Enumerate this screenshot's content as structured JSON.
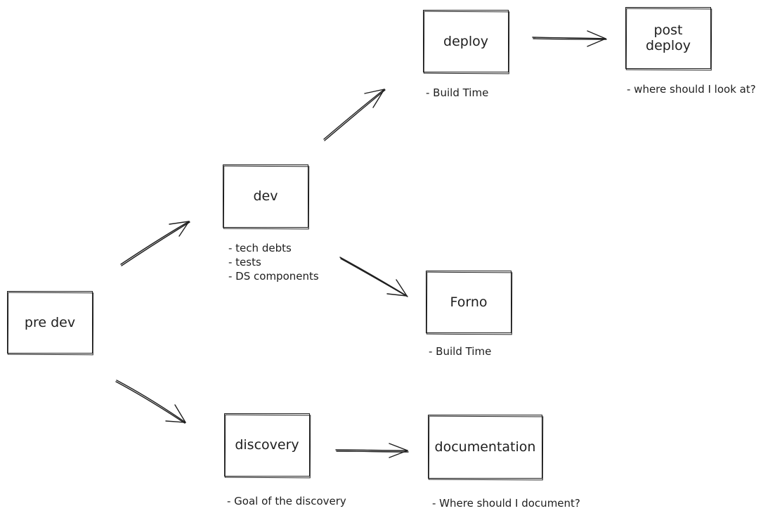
{
  "nodes": {
    "pre_dev": {
      "label": "pre dev"
    },
    "dev": {
      "label": "dev"
    },
    "deploy": {
      "label": "deploy"
    },
    "post_deploy": {
      "label": "post\ndeploy"
    },
    "forno": {
      "label": "Forno"
    },
    "discovery": {
      "label": "discovery"
    },
    "documentation": {
      "label": "documentation"
    }
  },
  "notes": {
    "deploy": [
      "- Build Time"
    ],
    "post_deploy": [
      "- where should I look at?"
    ],
    "dev": [
      "- tech debts",
      "- tests",
      "- DS components"
    ],
    "forno": [
      "- Build Time"
    ],
    "discovery": [
      "- Goal of the discovery"
    ],
    "documentation": [
      "- Where should I document?"
    ]
  },
  "colors": {
    "stroke": "#1e1e1e",
    "background": "#ffffff"
  }
}
